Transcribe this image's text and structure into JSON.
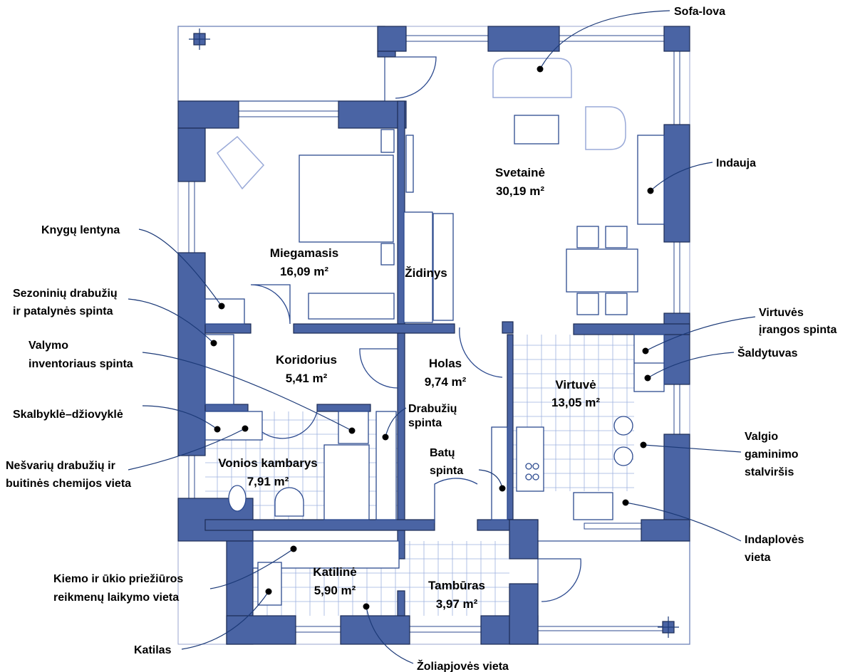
{
  "rooms": {
    "svetaine": {
      "name": "Svetainė",
      "area": "30,19 m²"
    },
    "miegamasis": {
      "name": "Miegamasis",
      "area": "16,09 m²"
    },
    "zidinys": {
      "name": "Židinys"
    },
    "koridorius": {
      "name": "Koridorius",
      "area": "5,41 m²"
    },
    "holas": {
      "name": "Holas",
      "area": "9,74 m²"
    },
    "virtuve": {
      "name": "Virtuvė",
      "area": "13,05 m²"
    },
    "vonios": {
      "name": "Vonios kambarys",
      "area": "7,91 m²"
    },
    "katiline": {
      "name": "Katilinė",
      "area": "5,90 m²"
    },
    "tamburas": {
      "name": "Tambūras",
      "area": "3,97 m²"
    }
  },
  "callouts": {
    "sofa": {
      "line1": "Sofa-lova"
    },
    "indauja": {
      "line1": "Indauja"
    },
    "knygu": {
      "line1": "Knygų lentyna"
    },
    "sezoniniu": {
      "line1": "Sezoninių drabužių",
      "line2": "ir patalynės spinta"
    },
    "valymo": {
      "line1": "Valymo",
      "line2": "inventoriaus spinta"
    },
    "skalbykle": {
      "line1": "Skalbyklė–džiovyklė"
    },
    "nesvariu": {
      "line1": "Nešvarių drabužių ir",
      "line2": "buitinės chemijos vieta"
    },
    "kiemo": {
      "line1": "Kiemo ir ūkio priežiūros",
      "line2": "reikmenų laikymo vieta"
    },
    "katilas": {
      "line1": "Katilas"
    },
    "zoliapjoves": {
      "line1": "Žoliapjovės vieta"
    },
    "virtuves_spinta": {
      "line1": "Virtuvės",
      "line2": "įrangos spinta"
    },
    "saldytuvas": {
      "line1": "Šaldytuvas"
    },
    "valgio": {
      "line1": "Valgio",
      "line2": "gaminimo",
      "line3": "stalviršis"
    },
    "indaploves": {
      "line1": "Indaplovės",
      "line2": "vieta"
    },
    "drabuziu": {
      "line1": "Drabužių",
      "line2": "spinta"
    },
    "batu": {
      "line1": "Batų",
      "line2": "spinta"
    }
  },
  "colors": {
    "wall": "#4a64a4",
    "line": "#2c4a8f"
  }
}
